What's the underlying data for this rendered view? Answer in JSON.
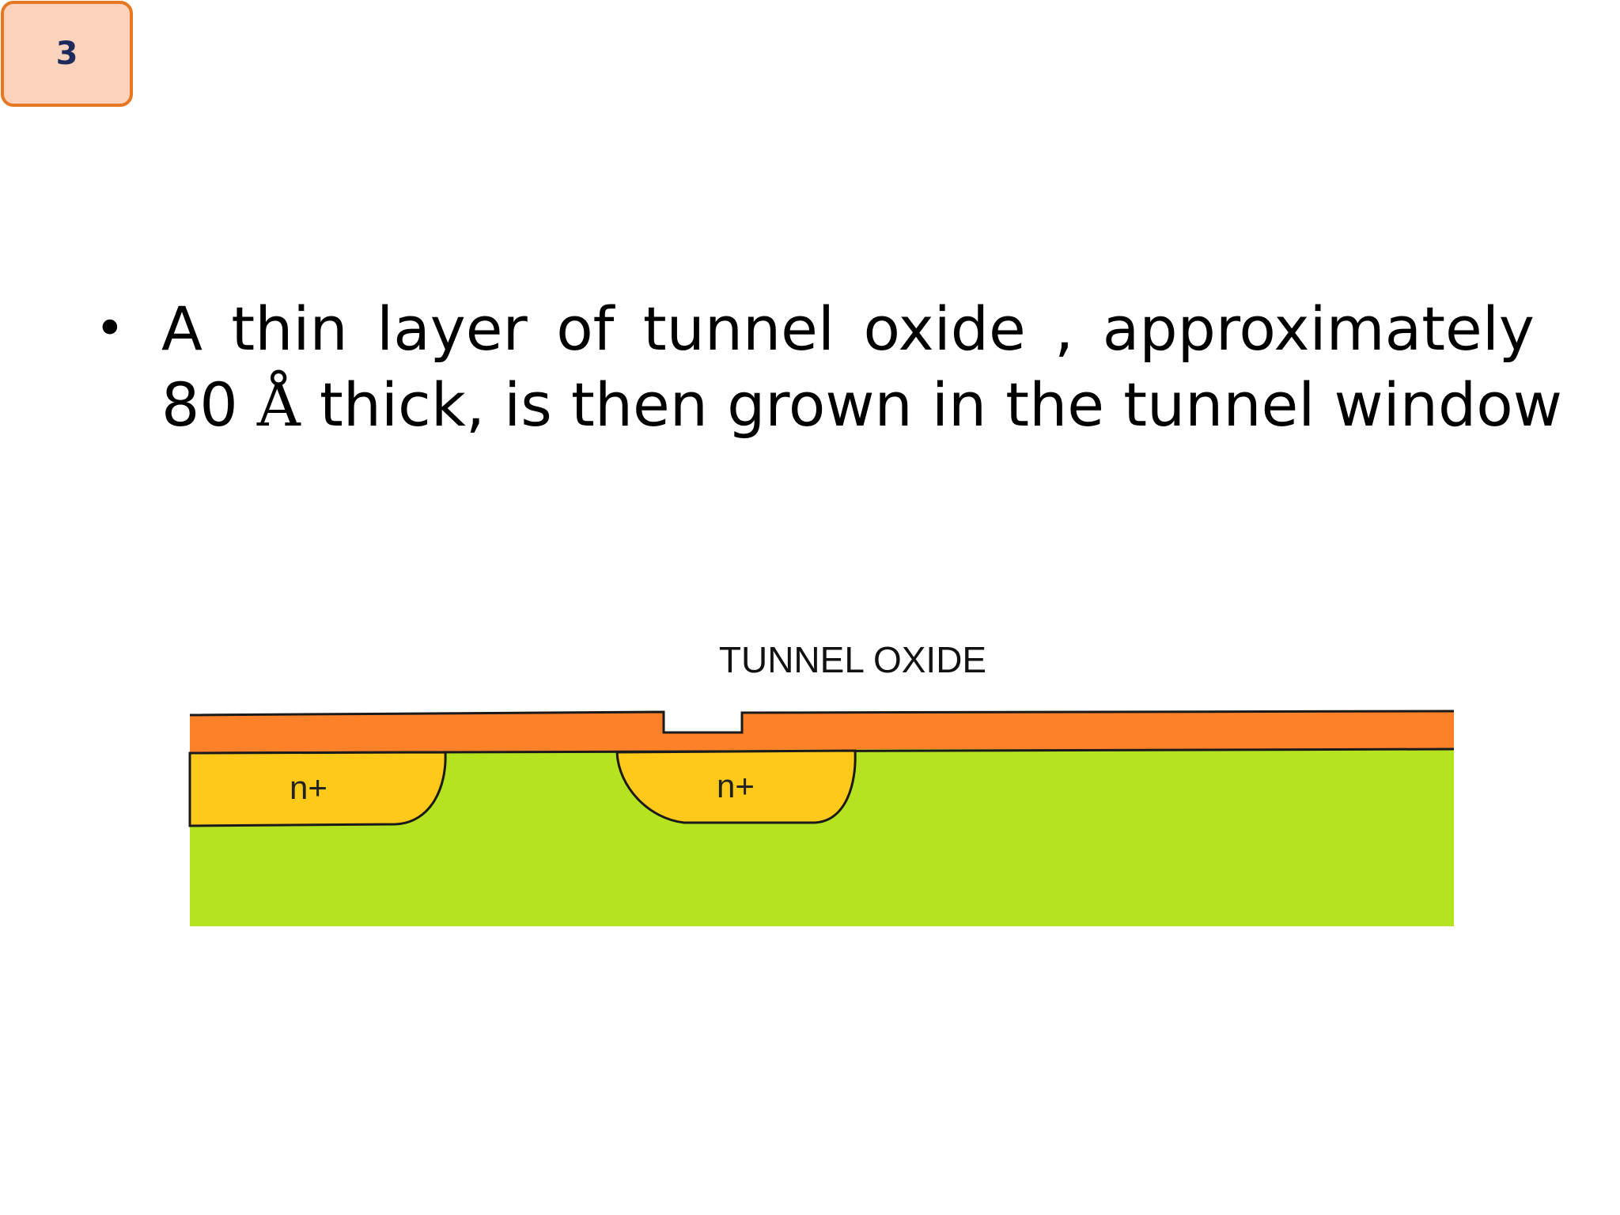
{
  "slide": {
    "number": "3"
  },
  "bullet": {
    "words_line1": [
      "A",
      "thin",
      "layer",
      "of",
      "tunnel",
      "oxide",
      ",",
      "approximately"
    ],
    "line2_prefix": "80",
    "angstrom": "Å",
    "line2_suffix": "thick, is then grown in the tunnel window"
  },
  "diagram": {
    "label": "TUNNEL OXIDE",
    "left_region_label": "n+",
    "right_region_label": "n+",
    "colors": {
      "oxide": "#fd8129",
      "substrate": "#b6e31f",
      "n_plus": "#ffc919",
      "outline": "#1a1a1a"
    }
  }
}
